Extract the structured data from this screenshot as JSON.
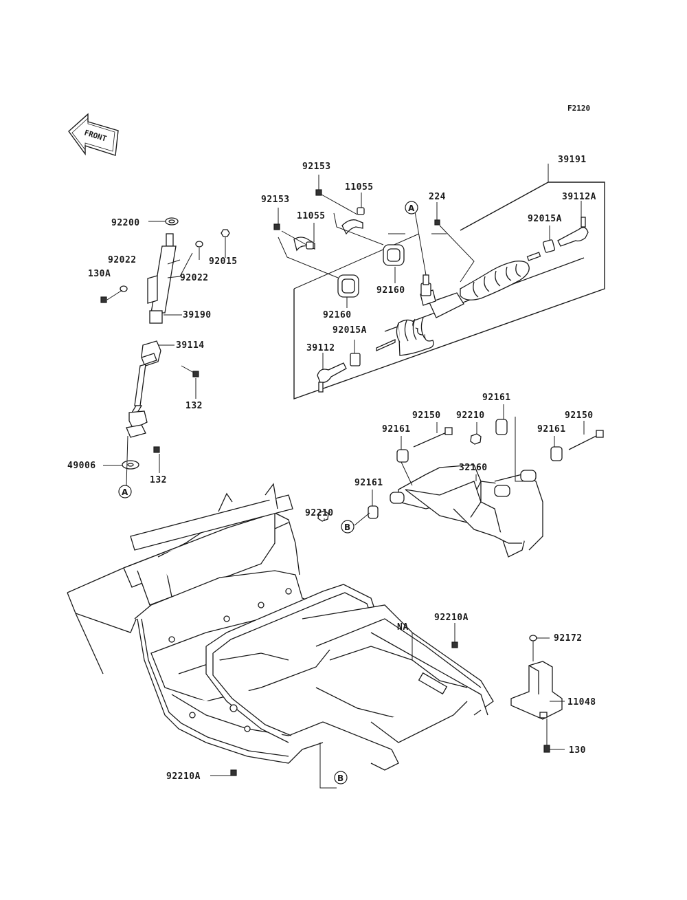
{
  "figure_code": "F2120",
  "front_label": "FRONT",
  "callouts": {
    "A_top": "A",
    "A_bottom": "A",
    "B_top": "B",
    "B_bottom": "B"
  },
  "parts": {
    "p39191": "39191",
    "p92153_a": "92153",
    "p11055_a": "11055",
    "p92153_b": "92153",
    "p11055_b": "11055",
    "p224": "224",
    "p39112A": "39112A",
    "p92015A_a": "92015A",
    "p92160_a": "92160",
    "p92160_b": "92160",
    "p92015A_b": "92015A",
    "p39112": "39112",
    "p92200": "92200",
    "p92022_a": "92022",
    "p130A": "130A",
    "p92022_b": "92022",
    "p92015": "92015",
    "p39190": "39190",
    "p39114": "39114",
    "p132_a": "132",
    "p49006": "49006",
    "p132_b": "132",
    "p92161_a": "92161",
    "p92150_a": "92150",
    "p92210_a": "92210",
    "p92161_b": "92161",
    "p92150_b": "92150",
    "p92161_c": "92161",
    "p32160": "32160",
    "p92161_d": "92161",
    "p92210_b": "92210",
    "p92210A_a": "92210A",
    "pNA": "NA",
    "p92172": "92172",
    "p11048": "11048",
    "p130": "130",
    "p92210A_b": "92210A"
  }
}
